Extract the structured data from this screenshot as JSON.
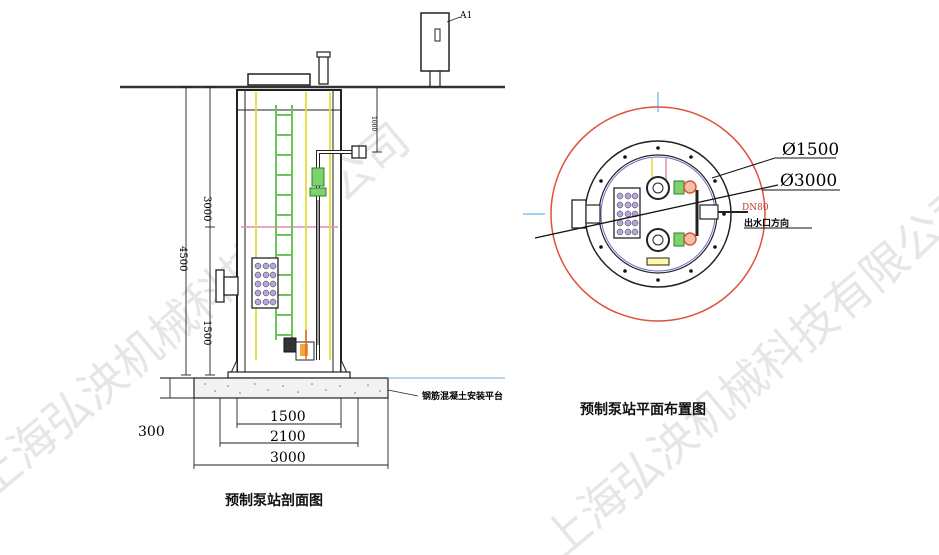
{
  "watermarks": [
    "上海弘泱机械科技有限公司",
    "上海弘泱机械科技有限公司"
  ],
  "section_view": {
    "caption": "预制泵站剖面图",
    "top_label": "A1",
    "dim_height_total": "4500",
    "dim_height_upper": "3000",
    "dim_height_lower": "1500",
    "dim_top": "1000",
    "dim_base": "300",
    "dim_width_1": "1500",
    "dim_width_2": "2100",
    "dim_width_3": "3000",
    "platform_label": "钢筋混凝土安装平台"
  },
  "plan_view": {
    "caption": "预制泵站平面布置图",
    "dia_inner": "Ø1500",
    "dia_outer": "Ø3000",
    "pipe_label": "DN80",
    "outlet_label": "出水口方向"
  }
}
